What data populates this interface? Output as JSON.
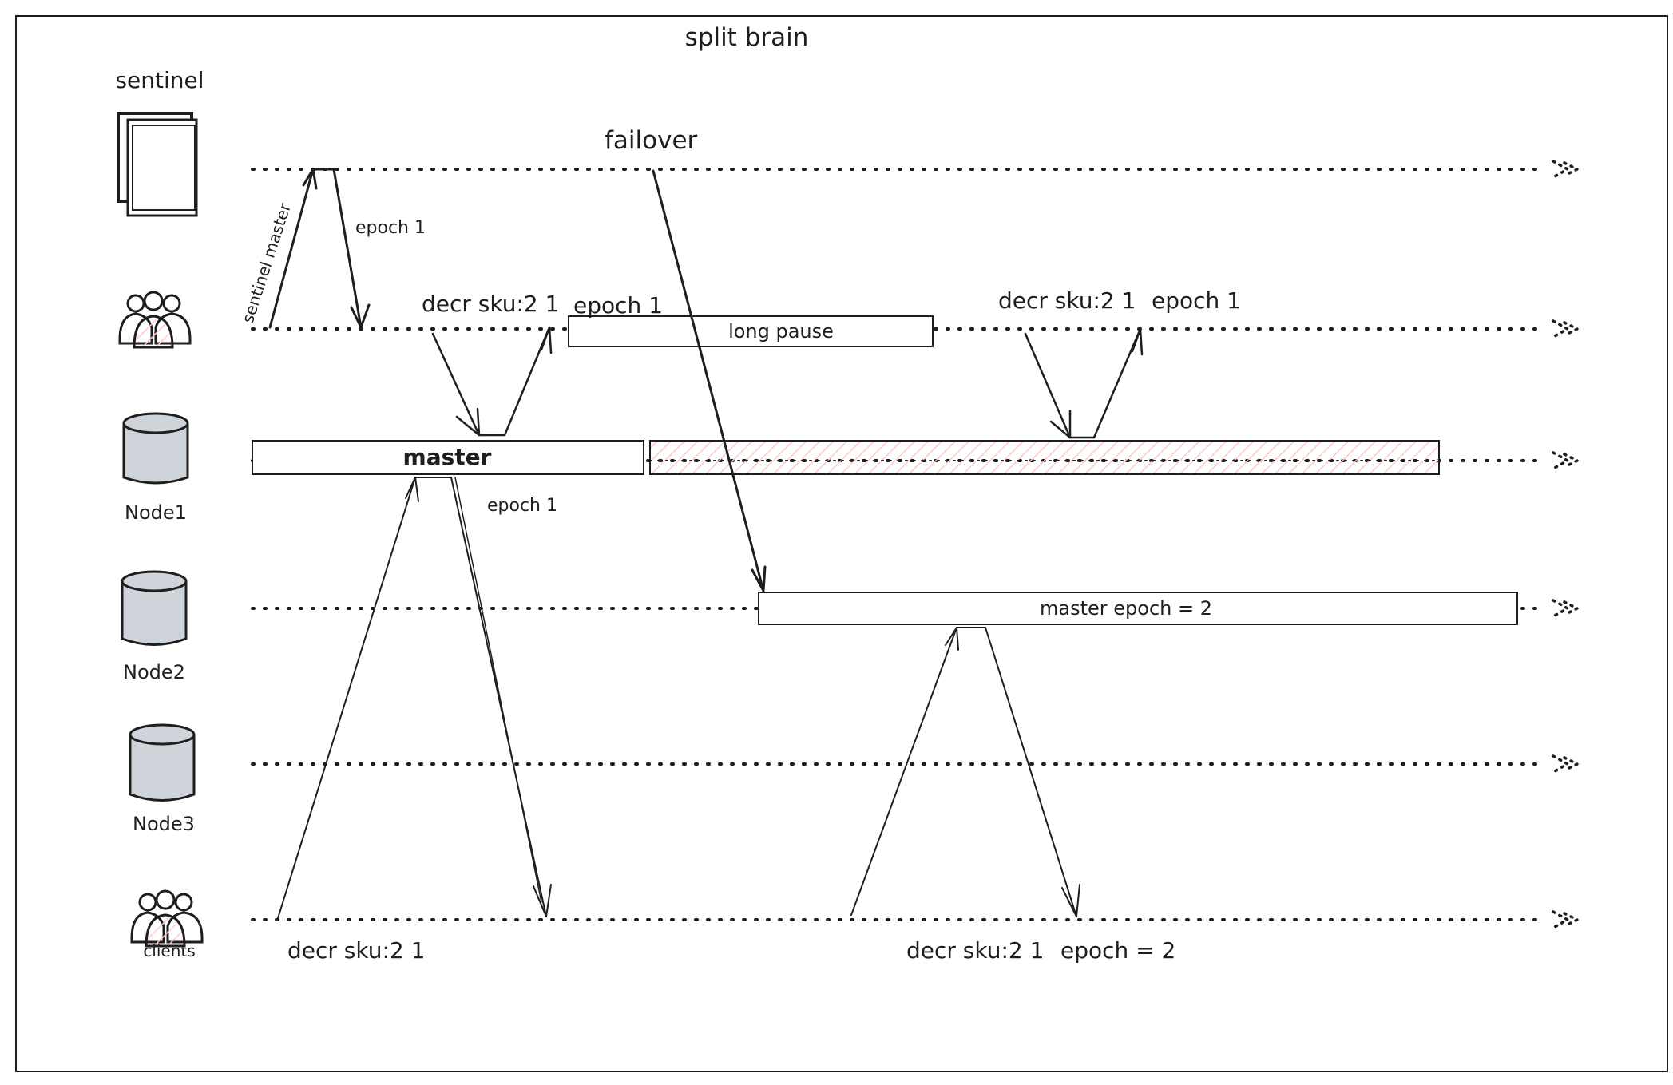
{
  "title": "split brain",
  "actors": {
    "sentinel": "sentinel",
    "node1": "Node1",
    "node2": "Node2",
    "node3": "Node3",
    "clients": "clients"
  },
  "bars": {
    "master": "master",
    "long_pause": "long pause",
    "master_epoch2": "master epoch = 2"
  },
  "labels": {
    "failover": "failover",
    "sentinel_master": "sentinel master",
    "epoch1_sentinel": "epoch 1",
    "decr_left": "decr sku:2 1",
    "epoch1_left": "epoch 1",
    "decr_right": "decr sku:2 1",
    "epoch1_right": "epoch 1",
    "epoch1_node1": "epoch 1",
    "client_decr": "decr sku:2 1",
    "client_decr2": "decr sku:2 1",
    "client_epoch2": "epoch = 2"
  },
  "colors": {
    "ink": "#1e1e1e",
    "db_fill": "#ced4da",
    "hatch": "#ffc9c9"
  },
  "icons": {
    "sentinel": "document-stack-icon",
    "user_group": "user-group-icon",
    "database": "database-cylinder-icon",
    "lifeline_end": "dotted-arrowhead-icon"
  }
}
